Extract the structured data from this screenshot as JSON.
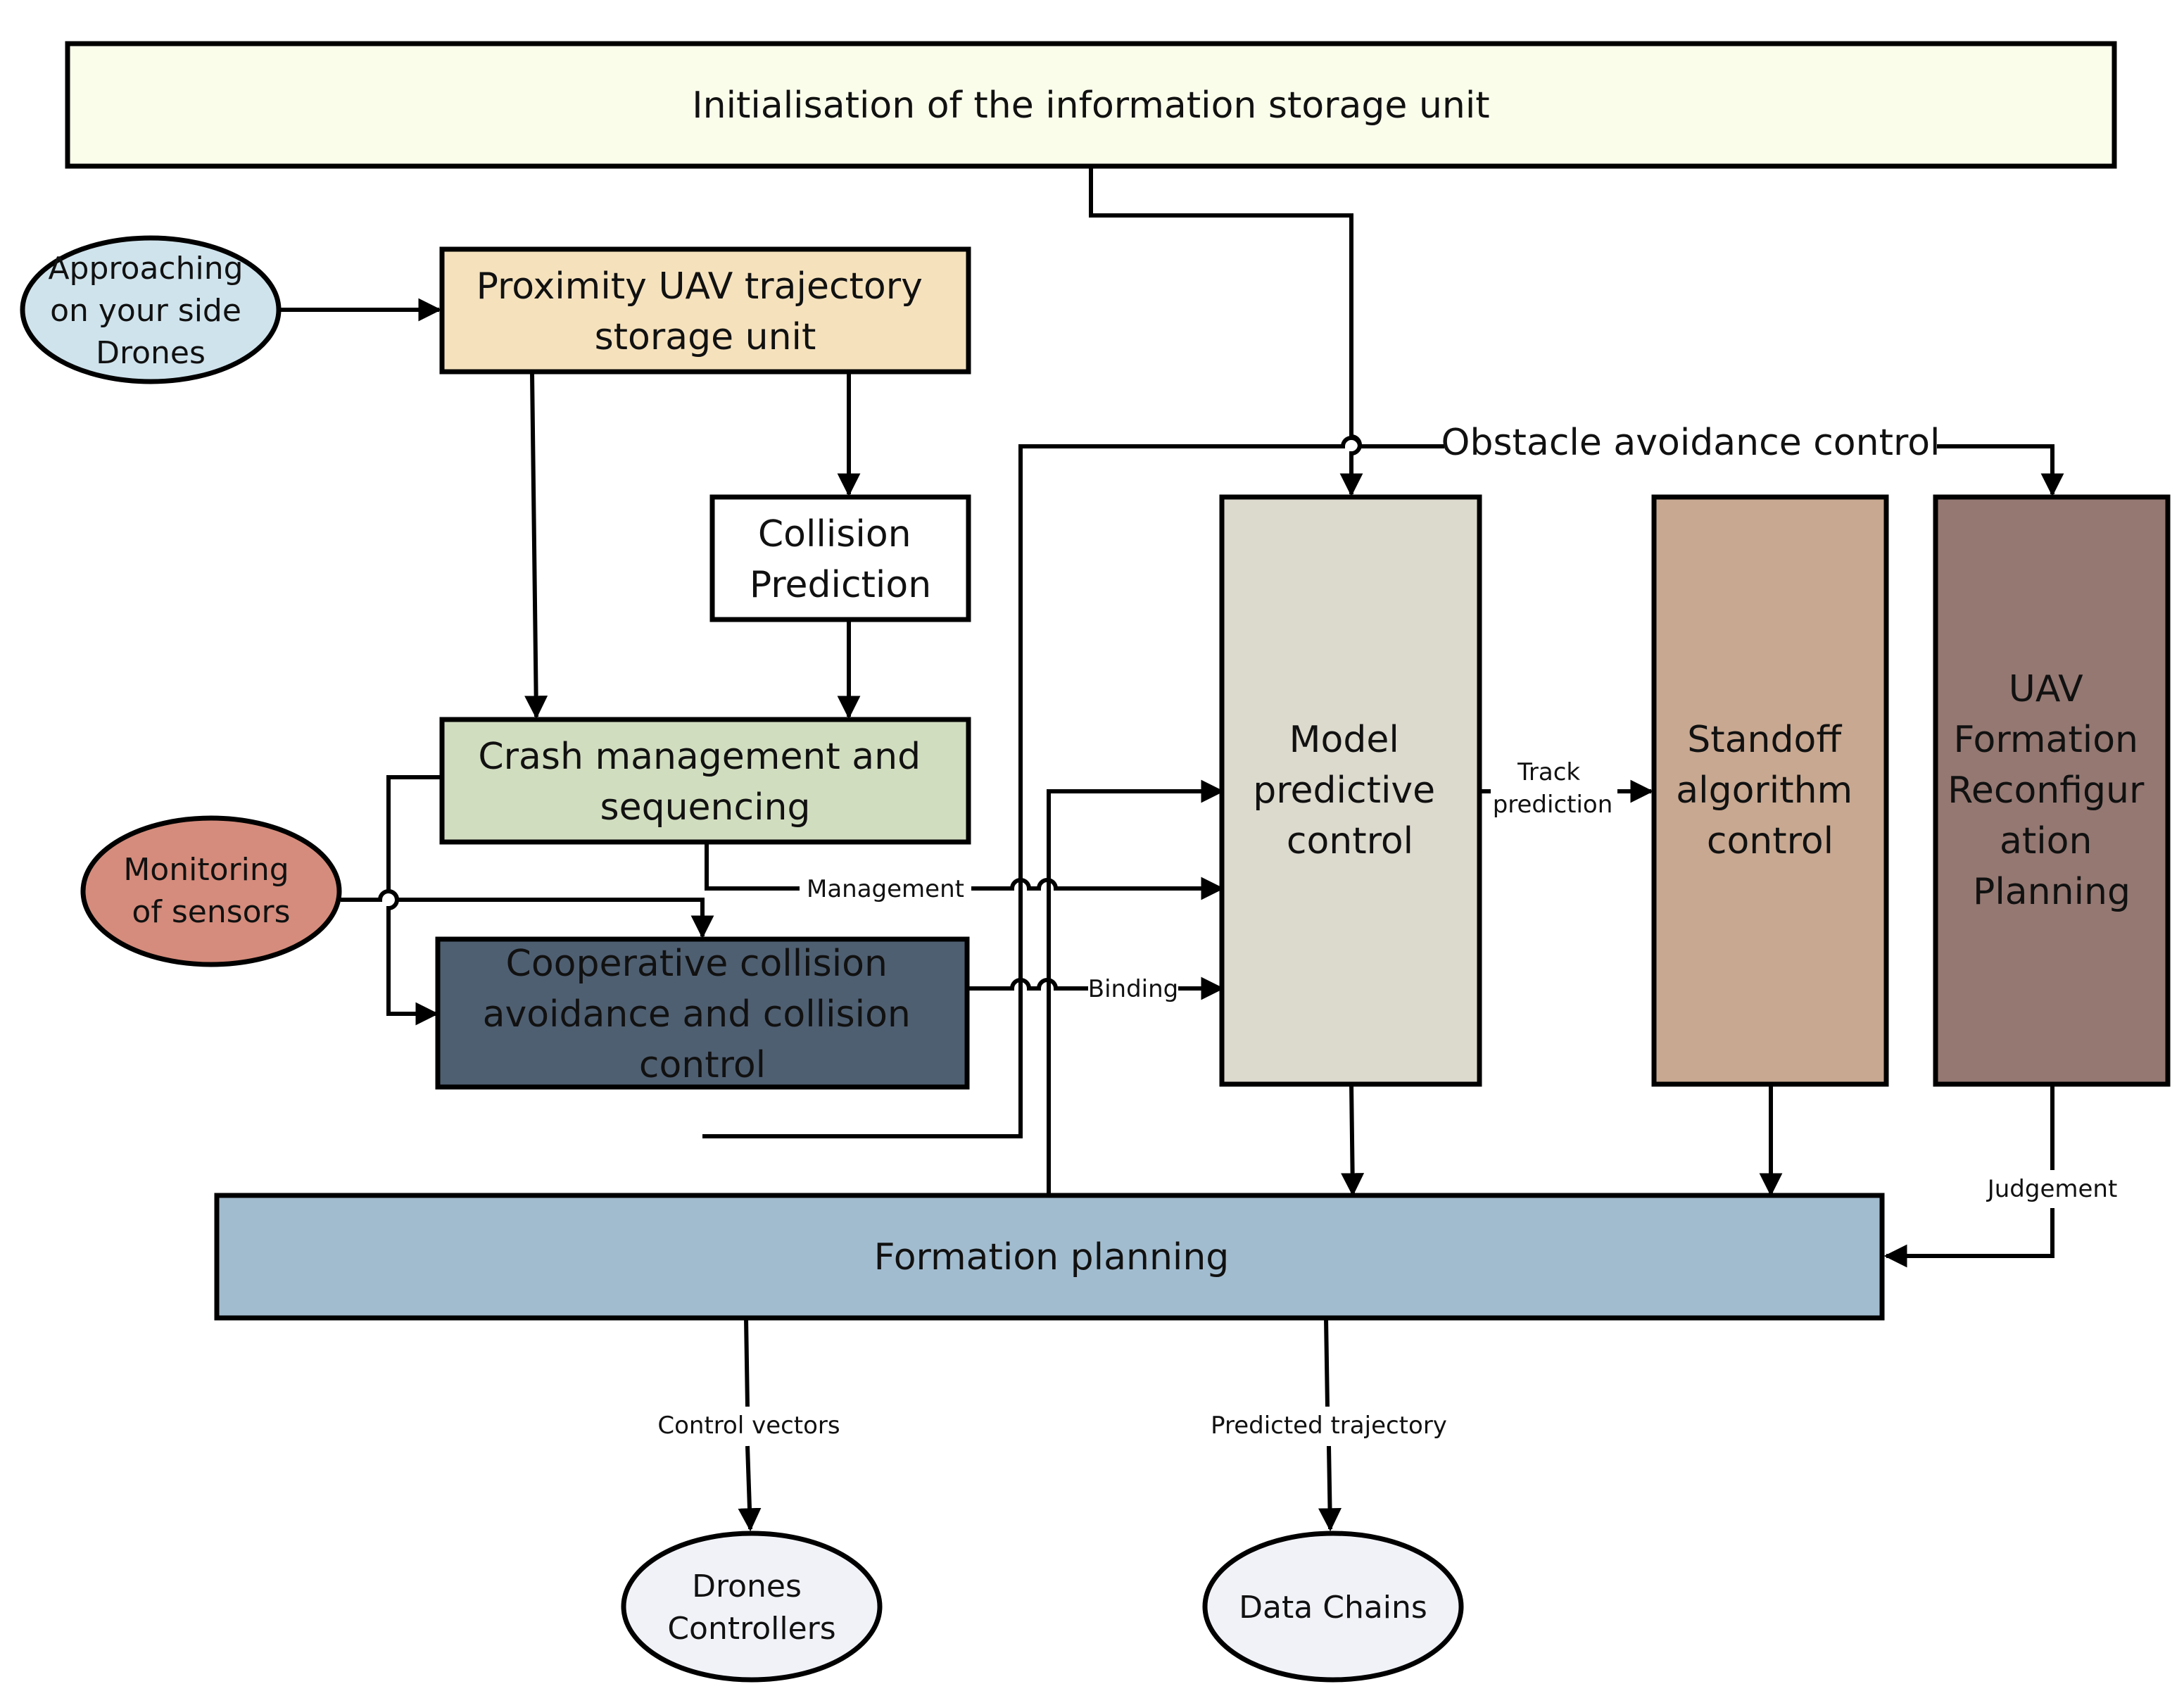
{
  "nodes": {
    "init": {
      "label": "Initialisation of the information storage unit",
      "fill": "#fbfdeb"
    },
    "approaching": {
      "lines": [
        "Approaching",
        "on your side",
        "Drones"
      ],
      "fill": "#cfe3ec"
    },
    "proximity": {
      "lines": [
        "Proximity UAV trajectory",
        "storage unit"
      ],
      "fill": "#f5e2bd"
    },
    "collision_prediction": {
      "lines": [
        "Collision",
        "Prediction"
      ],
      "fill": "#ffffff"
    },
    "crash": {
      "lines": [
        "Crash management and",
        "sequencing"
      ],
      "fill": "#d1ddbf"
    },
    "monitoring": {
      "lines": [
        "Monitoring",
        "of sensors"
      ],
      "fill": "#d58c7c"
    },
    "cooperative": {
      "lines": [
        "Cooperative collision",
        "avoidance and collision",
        "control"
      ],
      "fill": "#4f5f72",
      "text_color": "#ffffff"
    },
    "mpc": {
      "lines": [
        "Model",
        "predictive",
        "control"
      ],
      "fill": "#dcd9cd"
    },
    "standoff": {
      "lines": [
        "Standoff",
        "algorithm",
        "control"
      ],
      "fill": "#c8a891"
    },
    "uav": {
      "lines": [
        "UAV",
        "Formation",
        "Reconfigur",
        "ation",
        "Planning"
      ],
      "fill": "#957872",
      "text_color": "#ffffff"
    },
    "formation": {
      "label": "Formation planning",
      "fill": "#a2bccf"
    },
    "drones_controllers": {
      "lines": [
        "Drones",
        "Controllers"
      ],
      "fill": "#f1f2f8"
    },
    "data_chains": {
      "lines": [
        "Data Chains"
      ],
      "fill": "#f1f2f8"
    }
  },
  "edge_labels": {
    "obstacle": "Obstacle avoidance control",
    "management": "Management",
    "binding": "Binding",
    "track": [
      "Track",
      "prediction"
    ],
    "judgement": "Judgement",
    "control_vectors": "Control vectors",
    "predicted_trajectory": "Predicted trajectory"
  }
}
